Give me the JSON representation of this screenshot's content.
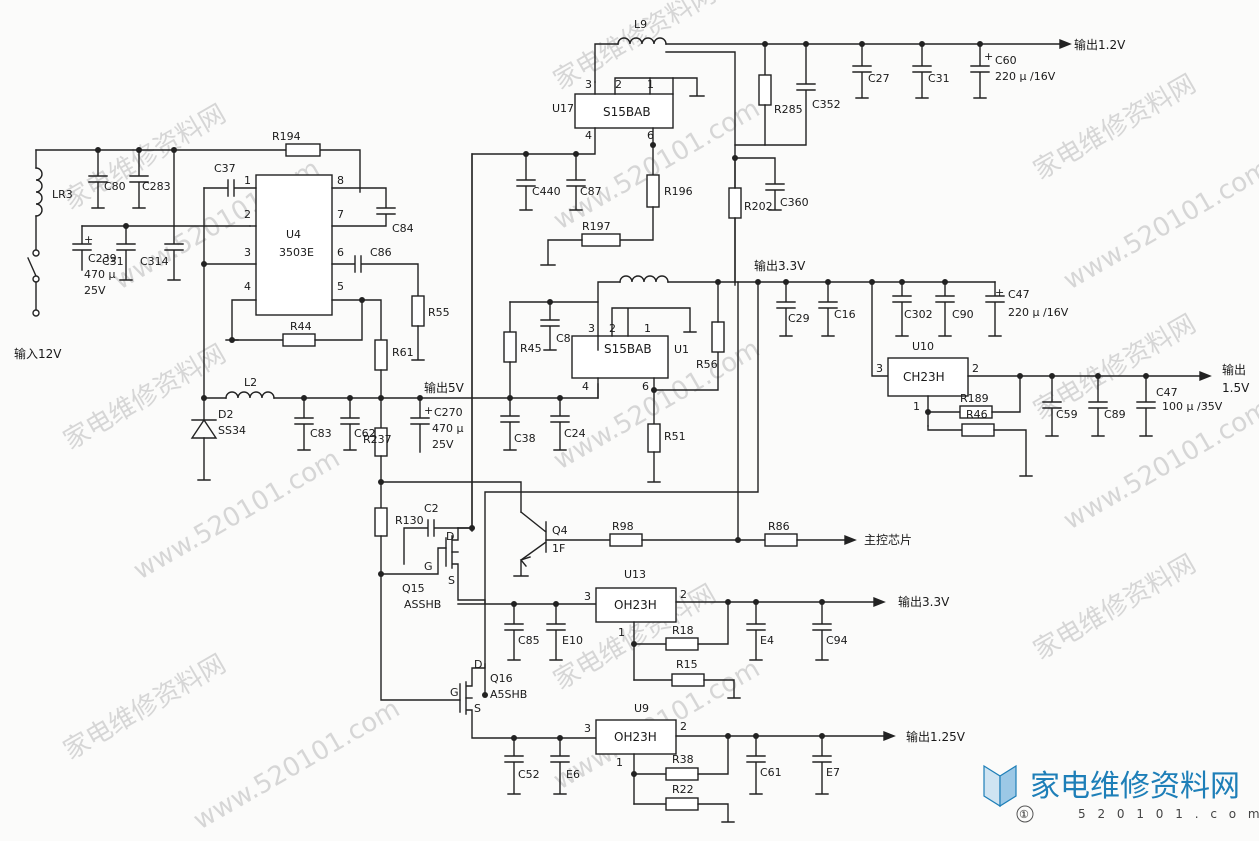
{
  "watermarks": {
    "site_cn": "家电维修资料网",
    "site_url": "www.520101.com"
  },
  "logo": {
    "cn": "家电维修资料网",
    "url": "5 2 0 1 0 1 . c o m"
  },
  "ics": {
    "u17": {
      "ref": "U17",
      "part": "S15BAB"
    },
    "u4": {
      "ref": "U4",
      "part": "3503E"
    },
    "u1": {
      "ref": "U1",
      "part": "S15BAB"
    },
    "u10": {
      "ref": "U10",
      "part": "CH23H"
    },
    "u13": {
      "ref": "U13",
      "part": "OH23H"
    },
    "u9": {
      "ref": "U9",
      "part": "OH23H"
    }
  },
  "pins": {
    "u17_3": "3",
    "u17_2": "2",
    "u17_1": "1",
    "u17_4": "4",
    "u17_6": "6",
    "u4_1": "1",
    "u4_2": "2",
    "u4_3": "3",
    "u4_4": "4",
    "u4_5": "5",
    "u4_6": "6",
    "u4_7": "7",
    "u4_8": "8",
    "u1_3": "3",
    "u1_2": "2",
    "u1_1": "1",
    "u1_4": "4",
    "u1_6": "6",
    "u10_3": "3",
    "u10_2": "2",
    "u10_1": "1",
    "u13_3": "3",
    "u13_2": "2",
    "u13_1": "1",
    "u9_3": "3",
    "u9_2": "2",
    "u9_1": "1",
    "q15_d": "D",
    "q15_g": "G",
    "q15_s": "S",
    "q16_d": "D",
    "q16_g": "G",
    "q16_s": "S"
  },
  "labels": {
    "l9": "L9",
    "lr3": "LR3",
    "l2": "L2",
    "c80": "C80",
    "c283": "C283",
    "c37": "C37",
    "r194": "R194",
    "c239": "C239",
    "c31a": "C31",
    "c314": "C314",
    "c239_val1": "470 μ",
    "c239_val2": "25V",
    "c84": "C84",
    "c86": "C86",
    "r55": "R55",
    "r44": "R44",
    "r61": "R61",
    "d2": "D2",
    "d2_part": "SS34",
    "c83": "C83",
    "c62": "C62",
    "r237": "R237",
    "c270": "C270",
    "c270_val1": "470 μ",
    "c270_val2": "25V",
    "r130": "R130",
    "c2": "C2",
    "q15": "Q15",
    "q15_part": "ASSHB",
    "q16": "Q16",
    "q16_part": "A5SHB",
    "c440": "C440",
    "c87": "C87",
    "r196": "R196",
    "r197": "R197",
    "r285": "R285",
    "c352": "C352",
    "c27": "C27",
    "c31b": "C31",
    "c60": "C60",
    "c60_val": "220 μ /16V",
    "r202": "R202",
    "c360": "C360",
    "r45": "R45",
    "c8": "C8",
    "r56": "R56",
    "c38": "C38",
    "c24": "C24",
    "r51": "R51",
    "c29": "C29",
    "c16": "C16",
    "c302": "C302",
    "c90": "C90",
    "c47a": "C47",
    "c47a_val": "220 μ /16V",
    "r189": "R189",
    "r46": "R46",
    "c59": "C59",
    "c89": "C89",
    "c47b": "C47",
    "c47b_val": "100 μ /35V",
    "q4": "Q4",
    "q4_part": "1F",
    "r98": "R98",
    "r86": "R86",
    "c85": "C85",
    "e10": "E10",
    "r18": "R18",
    "r15": "R15",
    "e4": "E4",
    "c94": "C94",
    "c52": "C52",
    "e6": "E6",
    "r38": "R38",
    "r22": "R22",
    "c61": "C61",
    "e7": "E7"
  },
  "rails": {
    "out_1v2": "输出1.2V",
    "out_3v3_top": "输出3.3V",
    "out_1v5_a": "输出",
    "out_1v5_b": "1.5V",
    "out_5v": "输出5V",
    "main_chip": "主控芯片",
    "out_3v3_bottom": "输出3.3V",
    "out_1v25": "输出1.25V",
    "in_12v": "输入12V"
  },
  "page_marker": "①"
}
